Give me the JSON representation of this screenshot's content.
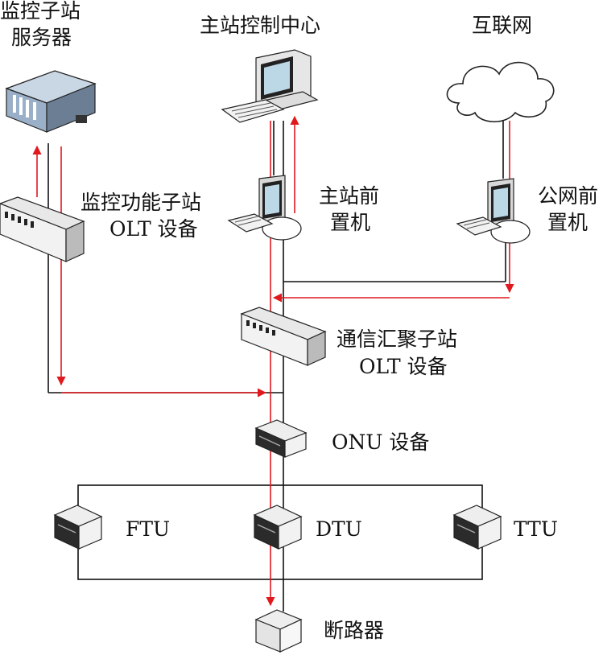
{
  "nodes": {
    "monitor_server": {
      "line1": "监控子站",
      "line2": "服务器"
    },
    "master_center": {
      "label": "主站控制中心"
    },
    "internet": {
      "label": "互联网"
    },
    "monitor_olt": {
      "line1": "监控功能子站",
      "line2": "OLT 设备"
    },
    "master_frontend": {
      "line1": "主站前",
      "line2": "置机"
    },
    "public_frontend": {
      "line1": "公网前",
      "line2": "置机"
    },
    "agg_olt": {
      "line1": "通信汇聚子站",
      "line2": "OLT 设备"
    },
    "onu": {
      "label": "ONU 设备"
    },
    "ftu": {
      "label": "FTU"
    },
    "dtu": {
      "label": "DTU"
    },
    "ttu": {
      "label": "TTU"
    },
    "breaker": {
      "label": "断路器"
    }
  },
  "colors": {
    "line": "#111111",
    "arrow": "#e0191f",
    "device_dark": "#2b2b2b",
    "device_light": "#eeeeee",
    "server_blue": "#9ab0c8"
  }
}
